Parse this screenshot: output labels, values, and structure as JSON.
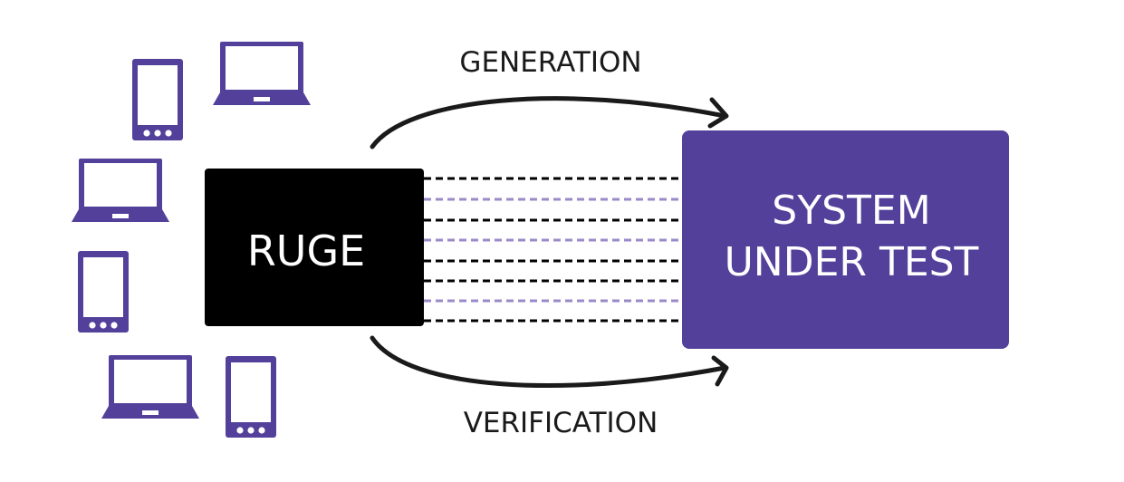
{
  "colors": {
    "purple": "#52409a",
    "purple_dash": "#9a8ac8",
    "black": "#000000",
    "line": "#1a1a1a",
    "white": "#ffffff"
  },
  "ruge_box": {
    "label": "RUGE"
  },
  "sut_box": {
    "line1": "SYSTEM",
    "line2": "UNDER TEST"
  },
  "arrows": {
    "generation": "GENERATION",
    "verification": "VERIFICATION"
  },
  "devices": [
    {
      "icon": "smartphone-icon"
    },
    {
      "icon": "laptop-icon"
    },
    {
      "icon": "laptop-icon"
    },
    {
      "icon": "smartphone-icon"
    },
    {
      "icon": "laptop-icon"
    },
    {
      "icon": "smartphone-icon"
    }
  ]
}
